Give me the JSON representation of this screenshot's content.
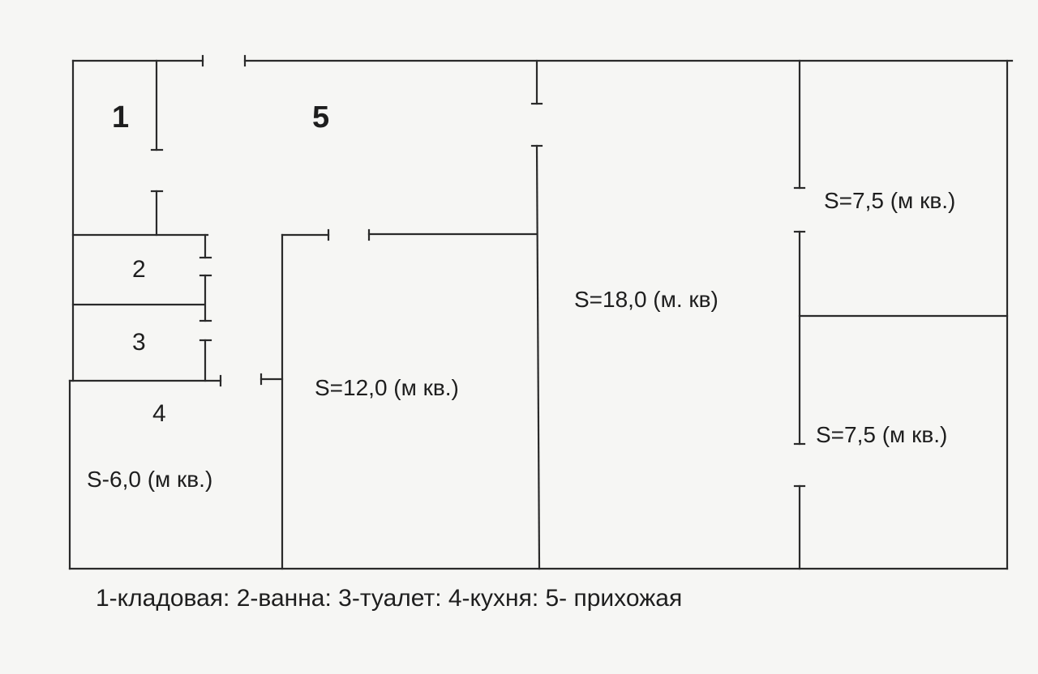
{
  "rooms": {
    "storage_number": "1",
    "hall_number": "5",
    "bath_number": "2",
    "toilet_number": "3",
    "kitchen_number": "4"
  },
  "areas": {
    "kitchen": "S-6,0 (м кв.)",
    "room_12": "S=12,0 (м кв.)",
    "room_18": "S=18,0 (м. кв)",
    "room_top_right": "S=7,5 (м кв.)",
    "room_bottom_right": "S=7,5 (м кв.)"
  },
  "legend": "1-кладовая: 2-ванна: 3-туалет: 4-кухня: 5- прихожая",
  "colors": {
    "background": "#f6f6f4",
    "wall": "#2a2a2a",
    "text": "#1e1e1e"
  }
}
